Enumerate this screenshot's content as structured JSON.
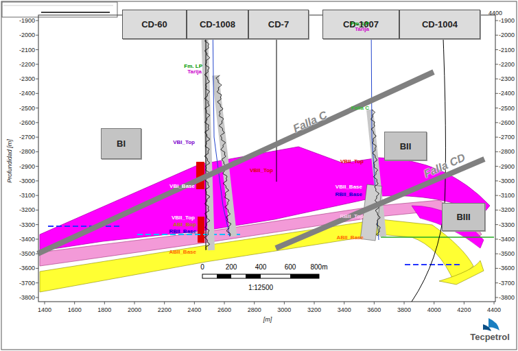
{
  "diagram": {
    "nodes": [
      {
        "text": [
          "CD-60"
        ]
      },
      {
        "text": [
          "CD-1008"
        ]
      },
      {
        "text": [
          "CD-7"
        ]
      },
      {
        "text": [
          "CD-1007"
        ]
      },
      {
        "text": [
          "CD-1004"
        ]
      },
      {
        "text": [
          "BI"
        ]
      },
      {
        "text": [
          "BII"
        ]
      },
      {
        "text": [
          "BIII"
        ]
      }
    ],
    "labels": [
      "-1900",
      "-2000",
      "-2100",
      "-2200",
      "-2300",
      "-2400",
      "-2500",
      "-2600",
      "-2700",
      "-2800",
      "-2900",
      "-3000",
      "-3100",
      "-3200",
      "-3300",
      "-3400",
      "-3500",
      "-3600",
      "-3700",
      "-3800",
      "-1900",
      "-2000",
      "-2100",
      "-2200",
      "-2300",
      "-2400",
      "-2500",
      "-2600",
      "-2700",
      "-2800",
      "-2900",
      "-3000",
      "-3100",
      "-3200",
      "-3300",
      "-3400",
      "-3500",
      "-3600",
      "-3700",
      "-3800",
      "1400",
      "1600",
      "1800",
      "2000",
      "2200",
      "2400",
      "2600",
      "2800",
      "3000",
      "3200",
      "3400",
      "3600",
      "3800",
      "4000",
      "4200",
      "4400",
      "4400",
      "Profundidad [m]",
      "[m]",
      "Falla C",
      "Falla CD",
      "0",
      "200",
      "400",
      "600",
      "800m",
      "1:12500",
      "Fm. LP",
      "Tarija",
      "VBI_Top",
      "VBI_Base",
      "VBII_Top",
      "ABI_Bop",
      "RBII_Base",
      "ABII_Base",
      "VBII_Top",
      "Fm. LP",
      "Tarija",
      "Falla C",
      "VBII_Top",
      "VBII_Base",
      "RBII_Base",
      "RBII_Top",
      "ABII_Base",
      "Tecpetrol"
    ]
  }
}
